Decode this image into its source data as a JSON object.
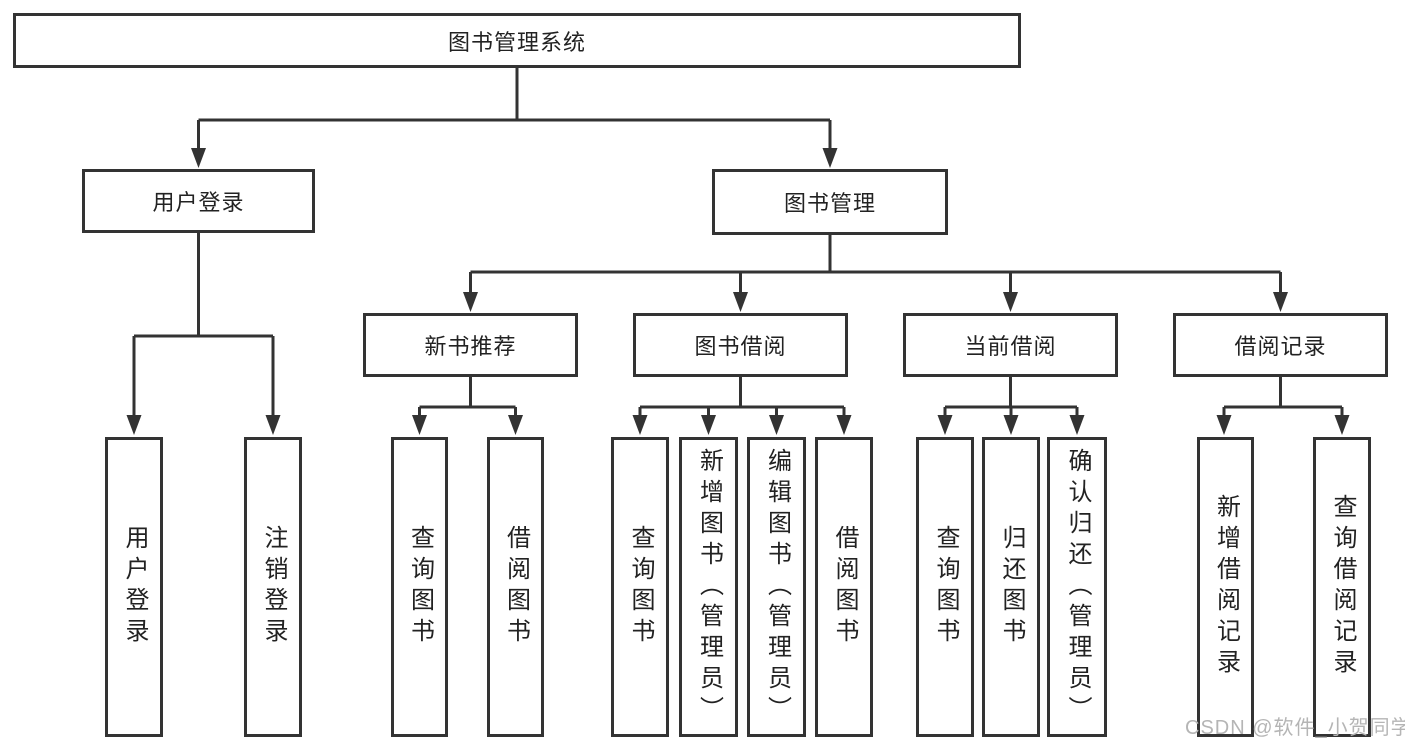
{
  "tree": {
    "label": "图书管理系统",
    "children": [
      {
        "label": "用户登录",
        "children": [
          {
            "label": "用户登录"
          },
          {
            "label": "注销登录"
          }
        ]
      },
      {
        "label": "图书管理",
        "children": [
          {
            "label": "新书推荐",
            "children": [
              {
                "label": "查询图书"
              },
              {
                "label": "借阅图书"
              }
            ]
          },
          {
            "label": "图书借阅",
            "children": [
              {
                "label": "查询图书"
              },
              {
                "label": "新增图书（管理员）"
              },
              {
                "label": "编辑图书（管理员）"
              },
              {
                "label": "借阅图书"
              }
            ]
          },
          {
            "label": "当前借阅",
            "children": [
              {
                "label": "查询图书"
              },
              {
                "label": "归还图书"
              },
              {
                "label": "确认归还（管理员）"
              }
            ]
          },
          {
            "label": "借阅记录",
            "children": [
              {
                "label": "新增借阅记录"
              },
              {
                "label": "查询借阅记录"
              }
            ]
          }
        ]
      }
    ]
  },
  "watermark": {
    "text": "CSDN @软件_小贺同学"
  },
  "colors": {
    "line": "#333333",
    "text": "#222222",
    "box_background": "#ffffff",
    "watermark": "#b5b5b5"
  }
}
